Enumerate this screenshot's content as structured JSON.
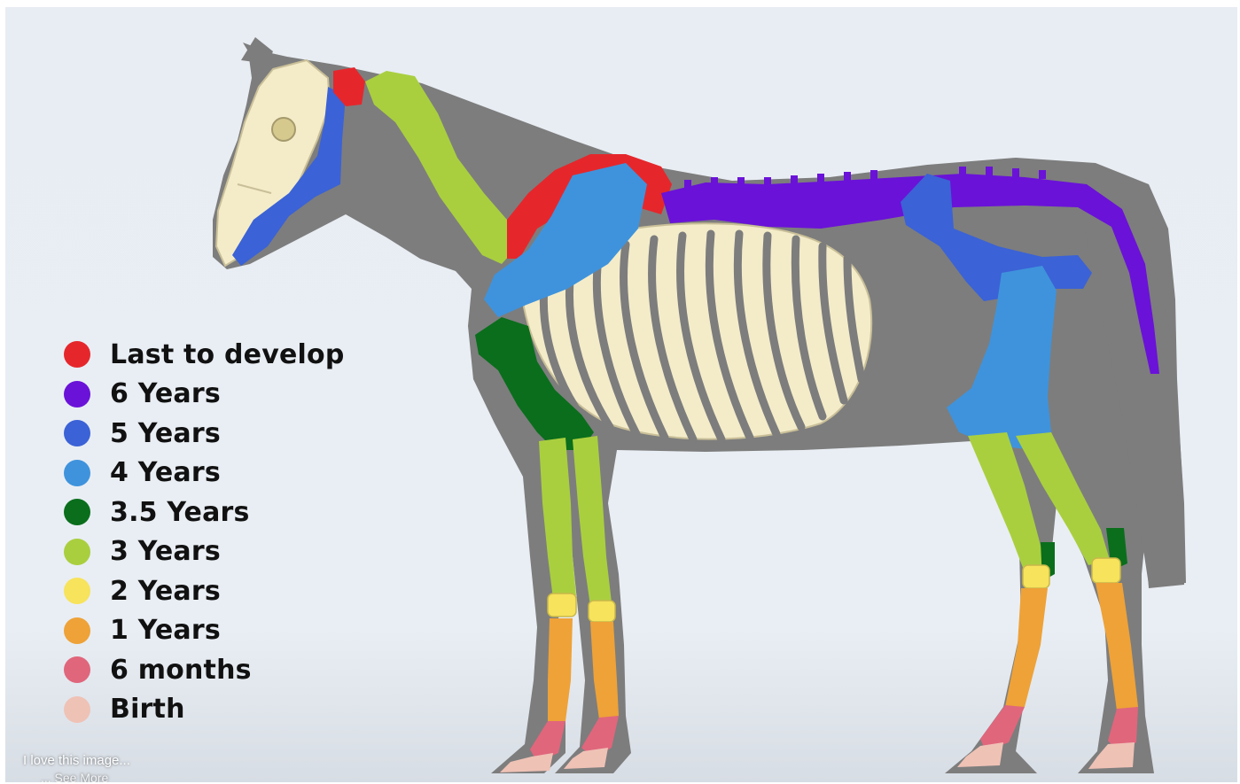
{
  "legend": {
    "items": [
      {
        "label": "Last to develop",
        "color": "#e5272c",
        "icon": "red-dot"
      },
      {
        "label": "6 Years",
        "color": "#6a12d8",
        "icon": "purple-dot"
      },
      {
        "label": "5 Years",
        "color": "#3b62d6",
        "icon": "blue-dot"
      },
      {
        "label": "4 Years",
        "color": "#3f93dc",
        "icon": "light-blue-dot"
      },
      {
        "label": "3.5 Years",
        "color": "#0a6e1c",
        "icon": "dark-green-dot"
      },
      {
        "label": "3 Years",
        "color": "#a9cf3f",
        "icon": "lime-dot"
      },
      {
        "label": "2 Years",
        "color": "#f7e35c",
        "icon": "yellow-dot"
      },
      {
        "label": "1 Years",
        "color": "#eea238",
        "icon": "orange-dot"
      },
      {
        "label": "6 months",
        "color": "#e0667c",
        "icon": "pink-dot"
      },
      {
        "label": "Birth",
        "color": "#efc2b6",
        "icon": "peach-dot"
      }
    ]
  },
  "colors": {
    "background": "#e8edf3",
    "silhouette": "#7d7d7d",
    "bone": "#f4ecc9",
    "bone_outline": "#c9bf98",
    "text": "#111111"
  },
  "caption": {
    "text": "I love this image...",
    "sub": "... See More"
  }
}
